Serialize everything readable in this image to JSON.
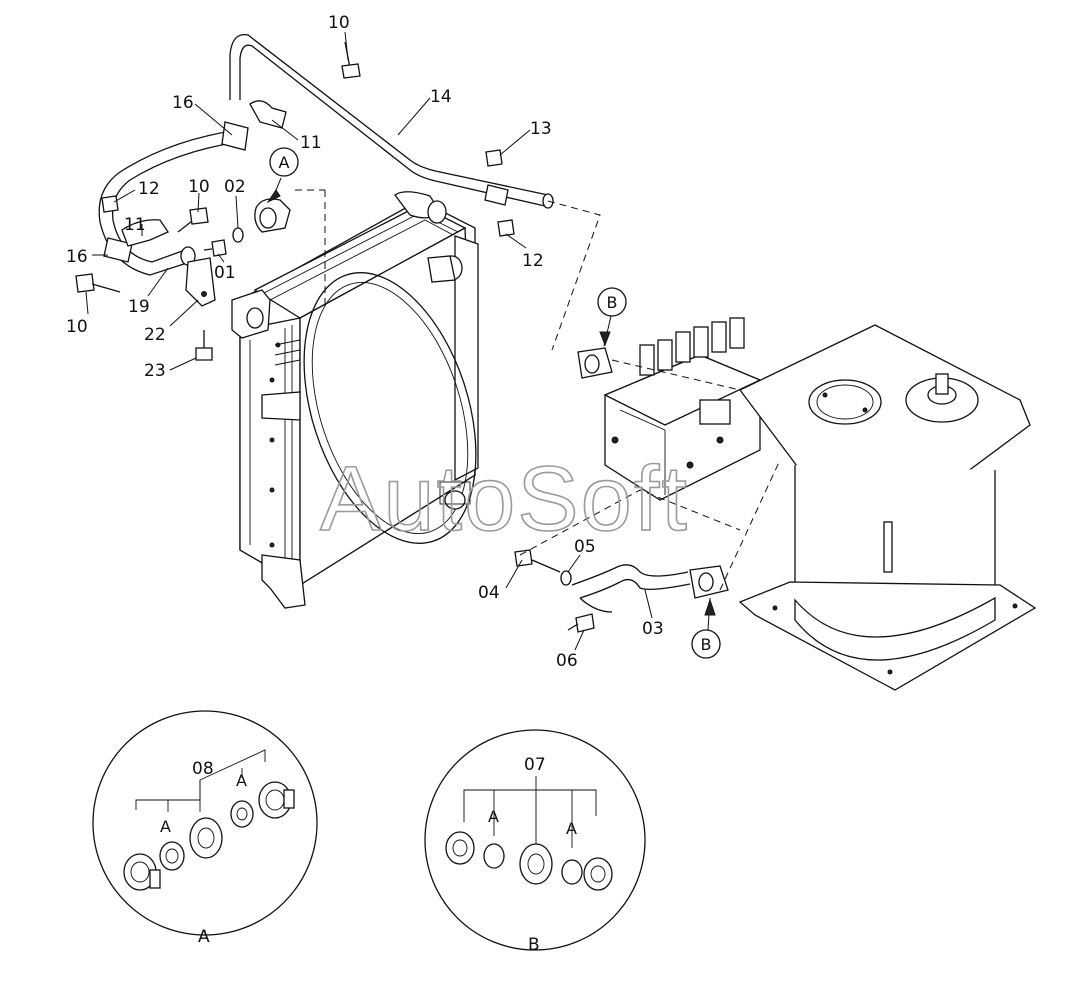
{
  "watermark": "AutoSoft",
  "callouts": [
    {
      "id": "c10a",
      "text": "10"
    },
    {
      "id": "c14",
      "text": "14"
    },
    {
      "id": "c16a",
      "text": "16"
    },
    {
      "id": "c11a",
      "text": "11"
    },
    {
      "id": "c13",
      "text": "13"
    },
    {
      "id": "c12a",
      "text": "12"
    },
    {
      "id": "c10b",
      "text": "10"
    },
    {
      "id": "c02",
      "text": "02"
    },
    {
      "id": "c11b",
      "text": "11"
    },
    {
      "id": "c16b",
      "text": "16"
    },
    {
      "id": "c01",
      "text": "01"
    },
    {
      "id": "c19",
      "text": "19"
    },
    {
      "id": "c10c",
      "text": "10"
    },
    {
      "id": "c22",
      "text": "22"
    },
    {
      "id": "c23",
      "text": "23"
    },
    {
      "id": "c12b",
      "text": "12"
    },
    {
      "id": "c05",
      "text": "05"
    },
    {
      "id": "c04",
      "text": "04"
    },
    {
      "id": "c03",
      "text": "03"
    },
    {
      "id": "c06",
      "text": "06"
    },
    {
      "id": "c08",
      "text": "08"
    },
    {
      "id": "c07",
      "text": "07"
    }
  ],
  "markers": [
    {
      "id": "mA",
      "text": "A"
    },
    {
      "id": "mB1",
      "text": "B"
    },
    {
      "id": "mB2",
      "text": "B"
    }
  ],
  "details": [
    {
      "id": "detA",
      "caption": "A",
      "sub_left": "A",
      "sub_right": "A"
    },
    {
      "id": "detB",
      "caption": "B",
      "sub_left": "A",
      "sub_right": "A"
    }
  ]
}
